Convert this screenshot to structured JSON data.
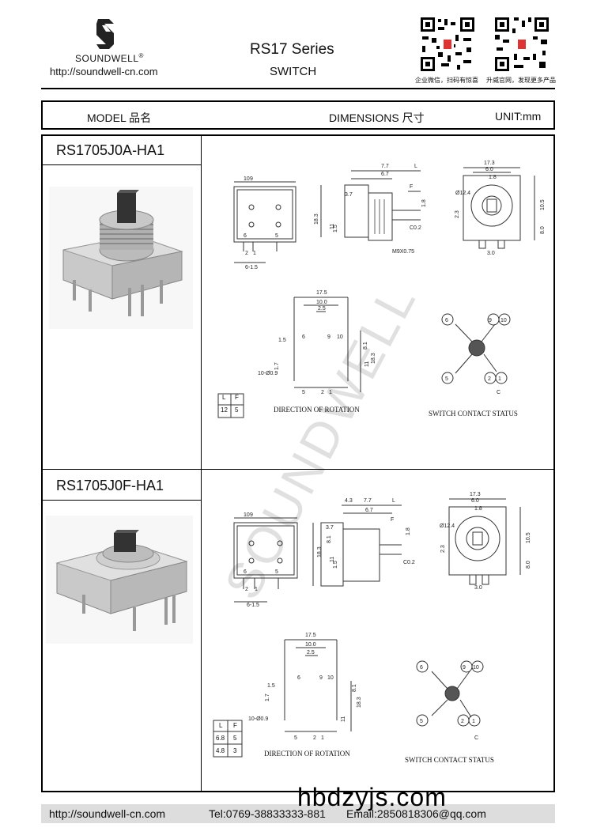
{
  "header": {
    "brand": "SOUNDWELL",
    "registered": "®",
    "url": "http://soundwell-cn.com",
    "title": "RS17 Series",
    "subtitle": "SWITCH",
    "qr_captions": [
      "企业微信，扫码有惊喜",
      "升威官网，发现更多产品"
    ]
  },
  "table_header": {
    "model": "MODEL 品名",
    "dimensions": "DIMENSIONS 尺寸",
    "unit": "UNIT:mm"
  },
  "products": [
    {
      "model": "RS1705J0A-HA1",
      "table": {
        "headers": [
          "L",
          "F"
        ],
        "rows": [
          [
            "12",
            "5"
          ]
        ]
      },
      "side_dims": [
        "7.7",
        "6.7",
        "L",
        "F",
        "3.7",
        "18.3",
        "11",
        "1.5",
        "1.8",
        "C0.2",
        "M9X0.75"
      ],
      "front_dims": [
        "10",
        "9",
        "6",
        "5",
        "2",
        "1",
        "6-1.5"
      ],
      "top_dims": [
        "17.3",
        "6.0",
        "1.8",
        "Ø12.4",
        "10.5",
        "2.3",
        "8.0",
        "3.0"
      ],
      "footprint_dims": [
        "17.5",
        "10.0",
        "2.5",
        "6",
        "9",
        "10",
        "1.5",
        "1.7",
        "8.1",
        "11",
        "18.3",
        "10-Ø0.9",
        "5",
        "2",
        "1"
      ],
      "rotation_label": "DIRECTION OF ROTATION",
      "contact_label": "SWITCH CONTACT STATUS",
      "contact_pins": [
        "6",
        "9",
        "10",
        "5",
        "2",
        "1",
        "C"
      ]
    },
    {
      "model": "RS1705J0F-HA1",
      "table": {
        "headers": [
          "L",
          "F"
        ],
        "rows": [
          [
            "6.8",
            "5"
          ],
          [
            "4.8",
            "3"
          ]
        ]
      },
      "side_dims": [
        "4.3",
        "7.7",
        "6.7",
        "L",
        "F",
        "3.7",
        "8.1",
        "18.3",
        "11",
        "1.5",
        "1.8",
        "C0.2"
      ],
      "front_dims": [
        "10",
        "9",
        "6",
        "5",
        "2",
        "1",
        "6-1.5"
      ],
      "top_dims": [
        "17.3",
        "6.0",
        "1.8",
        "Ø12.4",
        "10.5",
        "2.3",
        "8.0",
        "3.0"
      ],
      "footprint_dims": [
        "17.5",
        "10.0",
        "2.5",
        "6",
        "9",
        "10",
        "1.5",
        "1.7",
        "8.1",
        "11",
        "18.3",
        "10-Ø0.9",
        "5",
        "2",
        "1"
      ],
      "rotation_label": "DIRECTION OF ROTATION",
      "contact_label": "SWITCH CONTACT STATUS",
      "contact_pins": [
        "6",
        "9",
        "10",
        "5",
        "2",
        "1",
        "C"
      ]
    }
  ],
  "watermark": {
    "text": "SOUNDWELL",
    "site": "hbdzyjs.com"
  },
  "footer": {
    "url": "http://soundwell-cn.com",
    "tel": "Tel:0769-38833333-881",
    "email": "Email:2850818306@qq.com"
  }
}
